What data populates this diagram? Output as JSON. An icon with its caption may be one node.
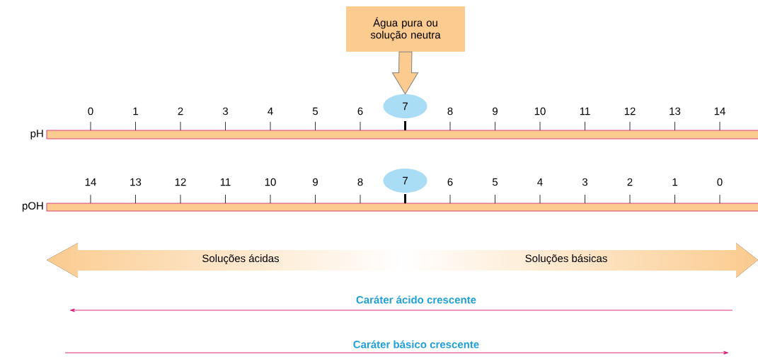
{
  "diagram": {
    "nodes": [
      {
        "text": [
          "Água pura ou solução neutra"
        ]
      },
      {
        "text": [
          "7"
        ]
      },
      {
        "text": [
          "7"
        ]
      },
      {
        "text": [
          "Soluções ácidas",
          "Soluções básicas"
        ]
      }
    ],
    "edges": [
      {
        "from": 0,
        "to": 1,
        "arrow": "to",
        "style": "thick"
      }
    ],
    "labels": [
      "0",
      "1",
      "2",
      "3",
      "4",
      "5",
      "6",
      "8",
      "9",
      "10",
      "11",
      "12",
      "13",
      "14",
      "pH",
      "14",
      "13",
      "12",
      "11",
      "10",
      "9",
      "8",
      "6",
      "5",
      "4",
      "3",
      "2",
      "1",
      "0",
      "pOH",
      "Caráter ácido crescente",
      "Caráter básico crescente"
    ]
  }
}
